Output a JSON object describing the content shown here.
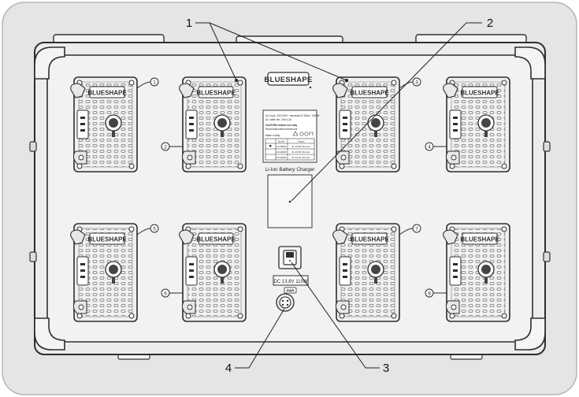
{
  "brand": "BLUESHAPE",
  "slots": [
    {
      "number": "1",
      "brand": "BLUESHAPE"
    },
    {
      "number": "2",
      "brand": "BLUESHAPE"
    },
    {
      "number": "3",
      "brand": "BLUESHAPE"
    },
    {
      "number": "4",
      "brand": "BLUESHAPE"
    },
    {
      "number": "5",
      "brand": "BLUESHAPE"
    },
    {
      "number": "6",
      "brand": "BLUESHAPE"
    },
    {
      "number": "7",
      "brand": "BLUESHAPE"
    },
    {
      "number": "8",
      "brand": "BLUESHAPE"
    }
  ],
  "label_plate": {
    "input_line1": "AC Input: 100-240V~ universal 47-63Hz, 1000W",
    "input_line2": "AC cable 5m, 20A 4,2A",
    "caution_line1": "CAUTION: Indoor use only",
    "caution_line2": "Read instructions before use",
    "made_in": "Made in Italy",
    "table_headers": [
      "",
      "Model",
      "Output"
    ],
    "table_rows": [
      [
        "",
        "CCV8DW",
        "8x 16,8V 9A max"
      ],
      [
        "",
        "CCG8DW",
        "8x 16,8V 9A max"
      ],
      [
        "",
        "CCG8DW",
        "8x 33,6V 3A max"
      ]
    ]
  },
  "device_title": "Li-Ion Battery Charger",
  "dc_label": "DC 13,8V 115W",
  "pwr_label": "PWR",
  "callouts": [
    {
      "id": "1",
      "label": "1"
    },
    {
      "id": "2",
      "label": "2"
    },
    {
      "id": "3",
      "label": "3"
    },
    {
      "id": "4",
      "label": "4"
    }
  ],
  "colors": {
    "background": "#e5e5e5",
    "panel": "#f2f2f2",
    "outline": "#3a3a3a",
    "vent": "#7a7a7a"
  }
}
